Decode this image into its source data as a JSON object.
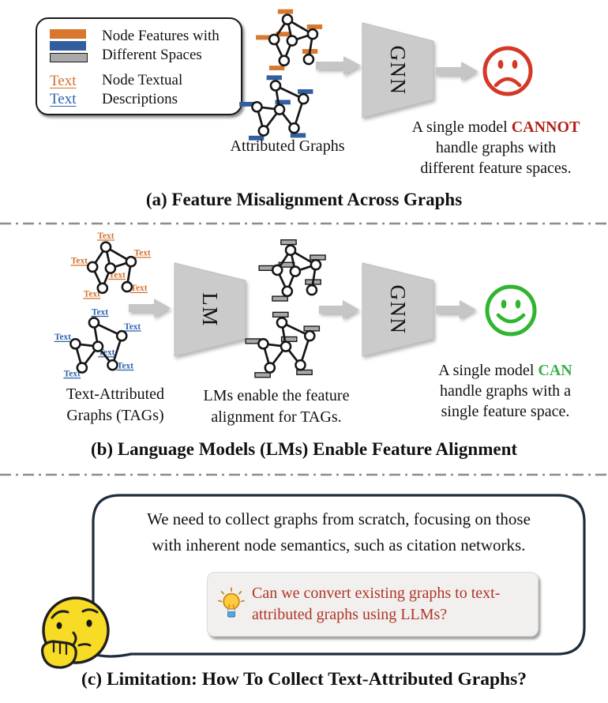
{
  "colors": {
    "orange": "#d9772e",
    "blue": "#325d9e",
    "gray_bar": "#a9a9a9",
    "text_orange": "#d4702c",
    "text_blue": "#2e62ab",
    "cannot_red": "#b22318",
    "can_green": "#3aaf4c",
    "sad_red": "#d53826",
    "smile_green": "#2fb52f",
    "idea_red": "#b13427",
    "trapezoid_gray": "#cbcbcb",
    "arrow_gray": "#c6c6c6",
    "divider_gray": "#8c8c8c",
    "bubble_stroke": "#1e2d3d",
    "emoji_yellow": "#f8db25",
    "bulb_yellow": "#ffcb3d"
  },
  "legend": {
    "features_line1": "Node Features with",
    "features_line2": "Different Spaces",
    "text_swatch": "Text",
    "textual_line1": "Node Textual",
    "textual_line2": "Descriptions"
  },
  "panel_a": {
    "graphs_label": "Attributed Graphs",
    "gnn_label": "GNN",
    "result": {
      "prefix": "A single model ",
      "keyword": "CANNOT",
      "line2": "handle graphs with",
      "line3": "different feature spaces."
    },
    "caption": "(a) Feature Misalignment Across Graphs"
  },
  "panel_b": {
    "node_label": "Text",
    "tag_label_line1": "Text-Attributed",
    "tag_label_line2": "Graphs (TAGs)",
    "lm_label": "LM",
    "gnn_label": "GNN",
    "lm_note_line1": "LMs enable the feature",
    "lm_note_line2": "alignment for TAGs.",
    "result": {
      "prefix": "A single model ",
      "keyword": "CAN",
      "line2": "handle graphs with a",
      "line3": "single feature space."
    },
    "caption": "(b) Language Models (LMs) Enable Feature Alignment"
  },
  "panel_c": {
    "bubble_line1": "We need to collect graphs from scratch, focusing on those",
    "bubble_line2": "with inherent node semantics, such as citation networks.",
    "idea_line1": "Can we convert existing graphs to text-",
    "idea_line2": "attributed graphs using LLMs?",
    "caption": "(c) Limitation: How To Collect Text-Attributed Graphs?"
  }
}
